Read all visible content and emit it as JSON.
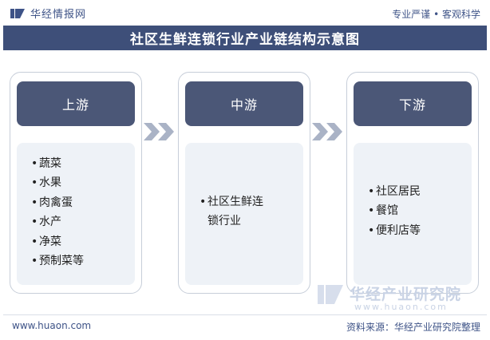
{
  "header": {
    "logo_text": "华经情报网",
    "tagline": "专业严谨 • 客观科学"
  },
  "title": "社区生鲜连锁行业产业链结构示意图",
  "stages": {
    "upstream": {
      "label": "上游",
      "items": [
        "蔬菜",
        "水果",
        "肉禽蛋",
        "水产",
        "净菜",
        "预制菜等"
      ]
    },
    "midstream": {
      "label": "中游",
      "items": [
        "社区生鲜连",
        "锁行业"
      ]
    },
    "downstream": {
      "label": "下游",
      "items": [
        "社区居民",
        "餐馆",
        "便利店等"
      ]
    }
  },
  "watermark": {
    "name": "华经产业研究院",
    "url": "www.huaon.com"
  },
  "footer": {
    "website": "www.huaon.com",
    "source": "资料来源：华经产业研究院整理"
  },
  "colors": {
    "title_band": "#3e4f79",
    "stage_header": "#4b5777",
    "stage_body": "#eef2f7",
    "panel_border": "#c7ced9",
    "chevron": "#aab3c6",
    "brand_text": "#3e5387"
  }
}
